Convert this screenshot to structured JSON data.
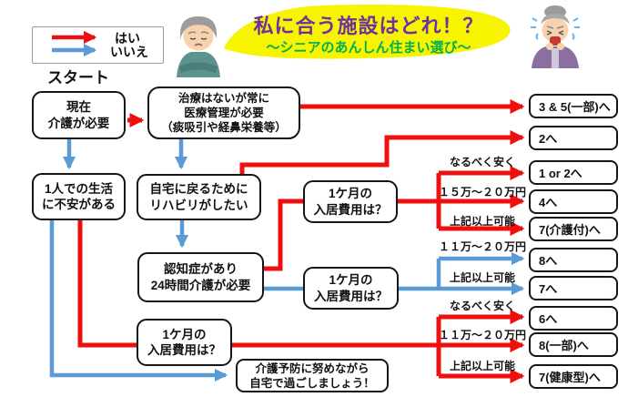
{
  "title": {
    "main": "私に合う施設はどれ！？",
    "subtitle": "～シニアのあんしん住まい選び～"
  },
  "legend": {
    "yes": "はい",
    "no": "いいえ",
    "start": "スタート"
  },
  "nodes": {
    "current_care": "現在\n介護が必要",
    "medical": "治療はないが常に\n医療管理が必要\n（痰吸引や経鼻栄養等）",
    "alone": "1人での生活\nに不安がある",
    "rehab": "自宅に戻るために\nリハビリがしたい",
    "dementia": "認知症があり\n24時間介護が必要",
    "cost1": "1ケ月の\n入居費用は？",
    "cost2": "1ケ月の\n入居費用は？",
    "cost3": "1ケ月の\n入居費用は？",
    "prevention": "介護予防に努めながら\n自宅で過ごしましょう！"
  },
  "outputs": [
    "3 & 5(一部)へ",
    "2へ",
    "1 or 2へ",
    "4へ",
    "7(介護付)へ",
    "8へ",
    "7へ",
    "6へ",
    "8(一部)へ",
    "7(健康型)へ"
  ],
  "conditions": [
    "なるべく安く",
    "１５万～２０万円",
    "上記以上可能",
    "１１万～２０万円",
    "上記以上可能",
    "なるべく安く",
    "１１万～２０万円",
    "上記以上可能"
  ],
  "colors": {
    "yes_arrow": "#ee0f0f",
    "no_arrow": "#5b9bd5",
    "bubble": "#f8f400",
    "title_main": "#7030a0",
    "title_subtitle": "#00b050"
  },
  "icons": {
    "man": "worried-old-man-illustration",
    "woman": "crying-old-woman-illustration"
  }
}
